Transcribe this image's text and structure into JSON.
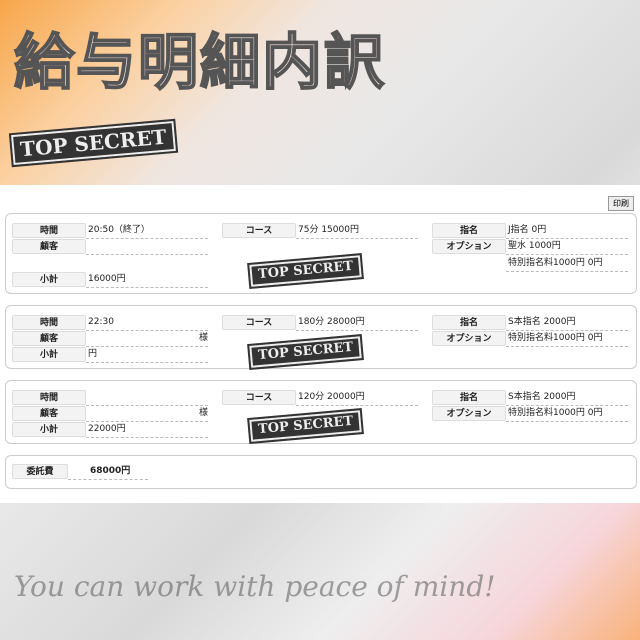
{
  "title": "給与明細内訳",
  "print_label": "印刷",
  "watermark": "You can work with peace of mind!",
  "stamp_text": "TOP SECRET",
  "labels": {
    "time": "時間",
    "customer": "顧客",
    "subtotal": "小計",
    "course": "コース",
    "nomination": "指名",
    "option": "オプション",
    "commission": "委託費"
  },
  "records": [
    {
      "time": "20:50（終了）",
      "customer": "",
      "subtotal": "16000円",
      "course": "75分 15000円",
      "nomination": "J指名 0円",
      "options": [
        "聖水 1000円",
        "特別指名料1000円 0円"
      ]
    },
    {
      "time": "22:30",
      "customer": "様",
      "subtotal": "円",
      "course": "180分 28000円",
      "nomination": "S本指名 2000円",
      "options": [
        "特別指名料1000円 0円"
      ]
    },
    {
      "time": "",
      "customer": "様",
      "subtotal": "22000円",
      "course": "120分 20000円",
      "nomination": "S本指名 2000円",
      "options": [
        "特別指名料1000円 0円"
      ]
    }
  ],
  "commission": "68000円"
}
